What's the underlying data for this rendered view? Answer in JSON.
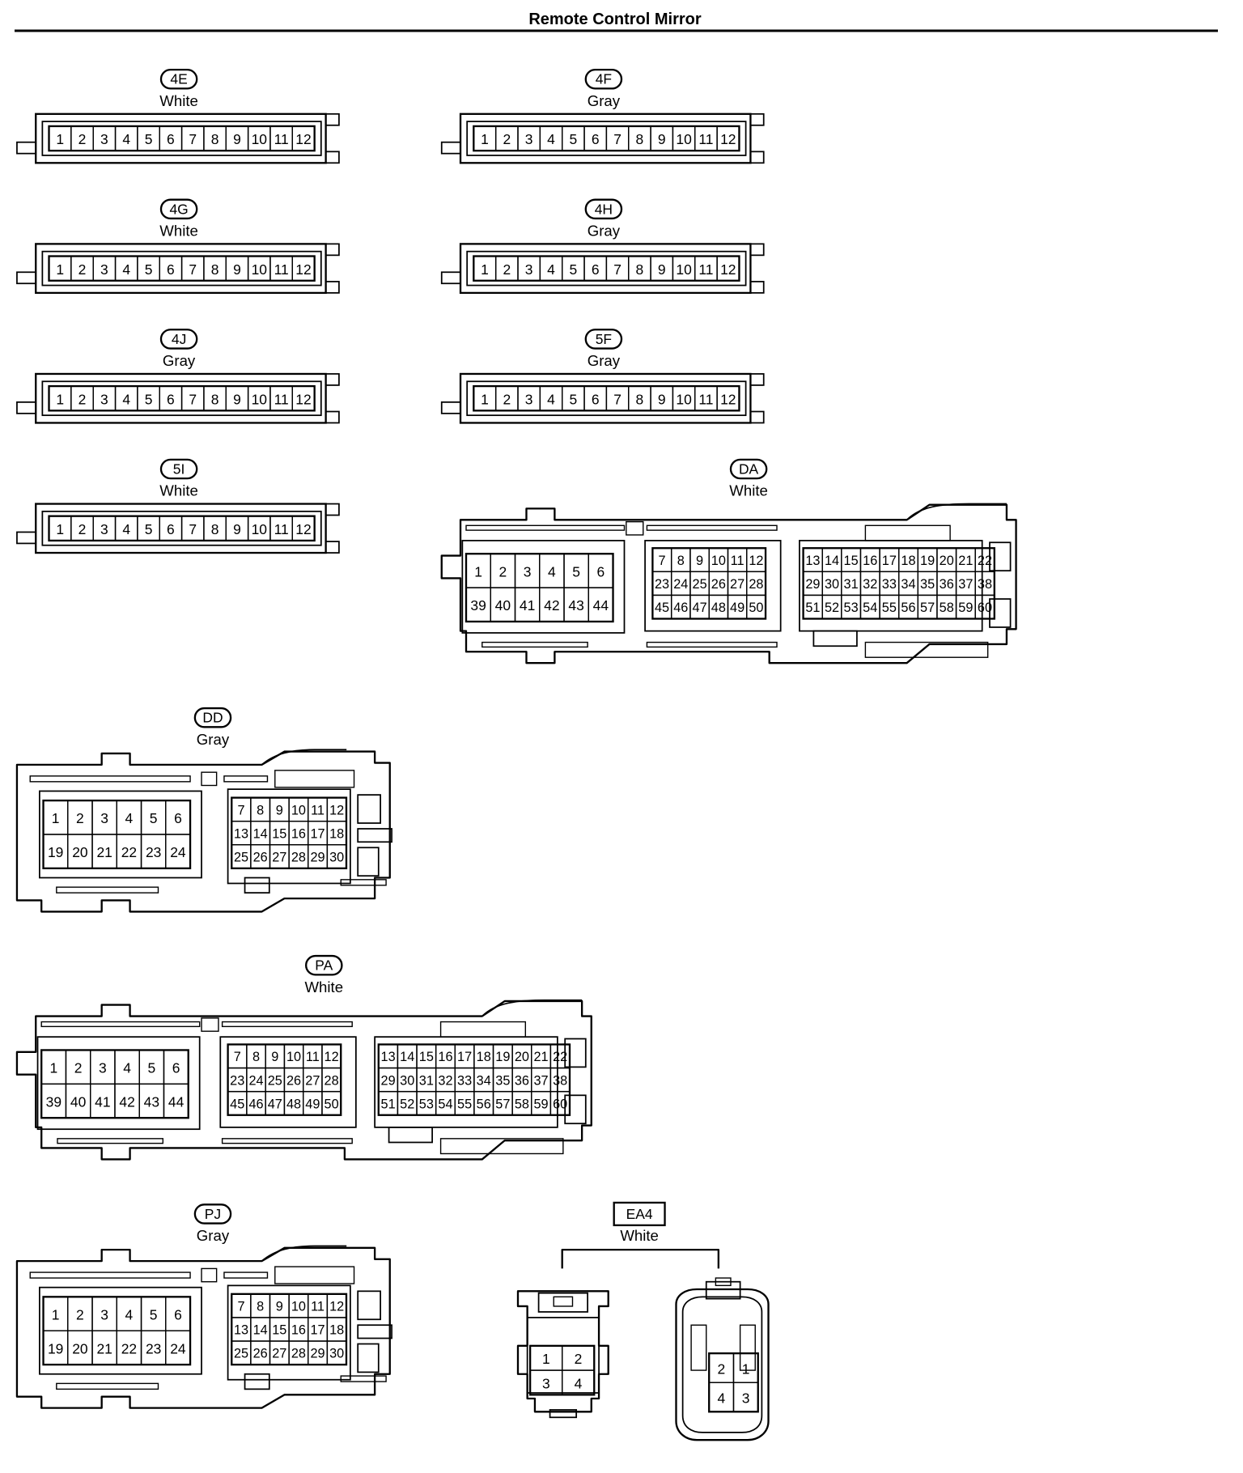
{
  "title": "Remote Control Mirror",
  "connectors": {
    "c4E": {
      "id": "4E",
      "color": "White"
    },
    "c4F": {
      "id": "4F",
      "color": "Gray"
    },
    "c4G": {
      "id": "4G",
      "color": "White"
    },
    "c4H": {
      "id": "4H",
      "color": "Gray"
    },
    "c4J": {
      "id": "4J",
      "color": "Gray"
    },
    "c5F": {
      "id": "5F",
      "color": "Gray"
    },
    "c5I": {
      "id": "5I",
      "color": "White"
    },
    "cDA": {
      "id": "DA",
      "color": "White"
    },
    "cDD": {
      "id": "DD",
      "color": "Gray"
    },
    "cPA": {
      "id": "PA",
      "color": "White"
    },
    "cPJ": {
      "id": "PJ",
      "color": "Gray"
    },
    "cEA4": {
      "id": "EA4",
      "color": "White"
    }
  },
  "pins": {
    "row12": [
      "1",
      "2",
      "3",
      "4",
      "5",
      "6",
      "7",
      "8",
      "9",
      "10",
      "11",
      "12"
    ],
    "wide_left": [
      [
        "1",
        "2",
        "3",
        "4",
        "5",
        "6"
      ],
      [
        "39",
        "40",
        "41",
        "42",
        "43",
        "44"
      ]
    ],
    "wide_mid": [
      [
        "7",
        "8",
        "9",
        "10",
        "11",
        "12"
      ],
      [
        "23",
        "24",
        "25",
        "26",
        "27",
        "28"
      ],
      [
        "45",
        "46",
        "47",
        "48",
        "49",
        "50"
      ]
    ],
    "wide_right": [
      [
        "13",
        "14",
        "15",
        "16",
        "17",
        "18",
        "19",
        "20",
        "21",
        "22"
      ],
      [
        "29",
        "30",
        "31",
        "32",
        "33",
        "34",
        "35",
        "36",
        "37",
        "38"
      ],
      [
        "51",
        "52",
        "53",
        "54",
        "55",
        "56",
        "57",
        "58",
        "59",
        "60"
      ]
    ],
    "small_left": [
      [
        "1",
        "2",
        "3",
        "4",
        "5",
        "6"
      ],
      [
        "19",
        "20",
        "21",
        "22",
        "23",
        "24"
      ]
    ],
    "small_mid": [
      [
        "7",
        "8",
        "9",
        "10",
        "11",
        "12"
      ],
      [
        "13",
        "14",
        "15",
        "16",
        "17",
        "18"
      ],
      [
        "25",
        "26",
        "27",
        "28",
        "29",
        "30"
      ]
    ],
    "ea4_left": [
      [
        "1",
        "2"
      ],
      [
        "3",
        "4"
      ]
    ],
    "ea4_right": [
      [
        "2",
        "1"
      ],
      [
        "4",
        "3"
      ]
    ]
  }
}
